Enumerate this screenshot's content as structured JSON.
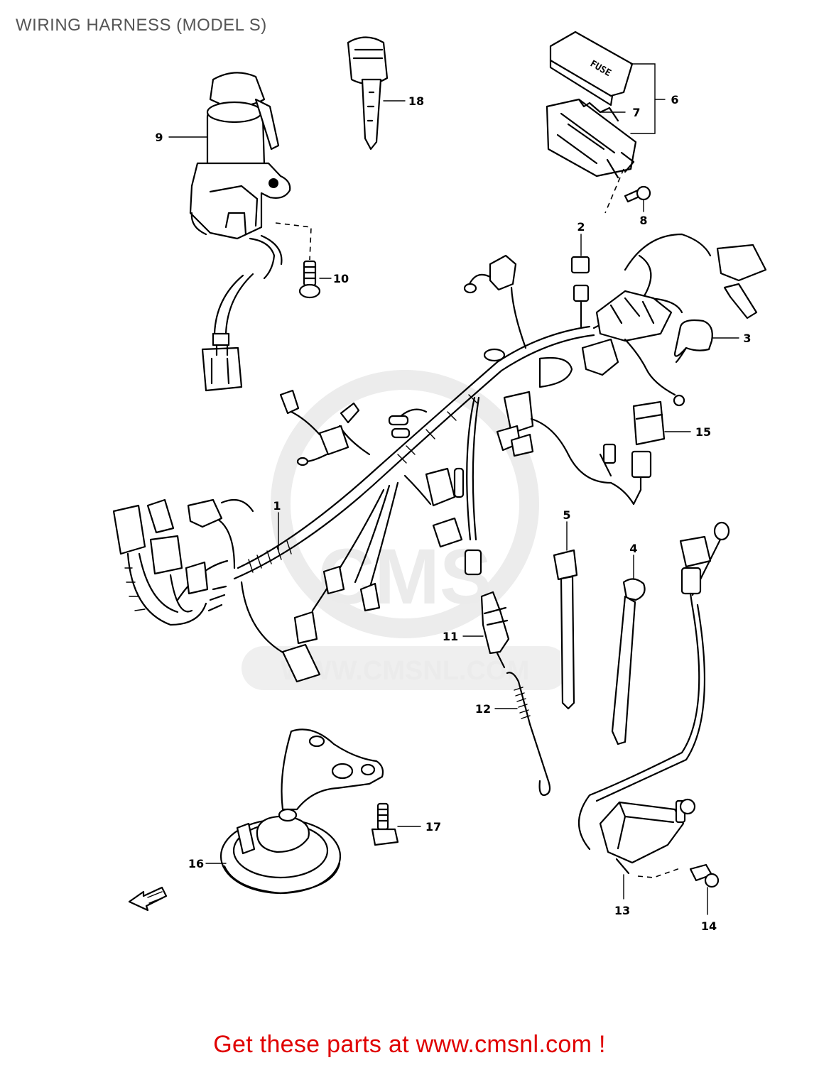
{
  "title": "WIRING HARNESS (MODEL S)",
  "watermark": {
    "brand": "CMS",
    "url": "WWW.CMSNL.COM",
    "color": "#ebebeb"
  },
  "callouts": [
    {
      "id": "1",
      "label": "1"
    },
    {
      "id": "2",
      "label": "2"
    },
    {
      "id": "3",
      "label": "3"
    },
    {
      "id": "4",
      "label": "4"
    },
    {
      "id": "5",
      "label": "5"
    },
    {
      "id": "6",
      "label": "6"
    },
    {
      "id": "7",
      "label": "7"
    },
    {
      "id": "8",
      "label": "8"
    },
    {
      "id": "9",
      "label": "9"
    },
    {
      "id": "10",
      "label": "10"
    },
    {
      "id": "11",
      "label": "11"
    },
    {
      "id": "12",
      "label": "12"
    },
    {
      "id": "13",
      "label": "13"
    },
    {
      "id": "14",
      "label": "14"
    },
    {
      "id": "15",
      "label": "15"
    },
    {
      "id": "16",
      "label": "16"
    },
    {
      "id": "17",
      "label": "17"
    },
    {
      "id": "18",
      "label": "18"
    }
  ],
  "fuse_box_label": "FUSE",
  "footer": {
    "text": "Get these parts at www.cmsnl.com !",
    "color": "#e00000"
  }
}
